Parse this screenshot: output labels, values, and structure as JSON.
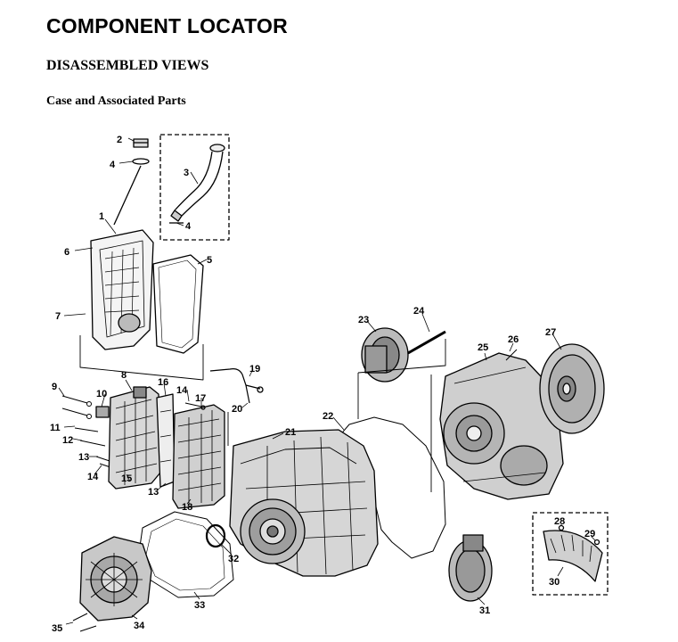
{
  "page": {
    "title": "COMPONENT LOCATOR",
    "section": "DISASSEMBLED VIEWS",
    "subsection": "Case and Associated Parts"
  },
  "diagram": {
    "callouts": [
      "1",
      "2",
      "3",
      "4",
      "4",
      "5",
      "6",
      "7",
      "8",
      "9",
      "10",
      "11",
      "12",
      "13",
      "13",
      "14",
      "14",
      "15",
      "16",
      "17",
      "18",
      "19",
      "20",
      "21",
      "22",
      "23",
      "24",
      "25",
      "26",
      "27",
      "28",
      "29",
      "30",
      "31",
      "32",
      "33",
      "34",
      "35"
    ]
  },
  "colors": {
    "ink": "#000000",
    "shade": "#9a9a9a",
    "paper": "#ffffff"
  }
}
